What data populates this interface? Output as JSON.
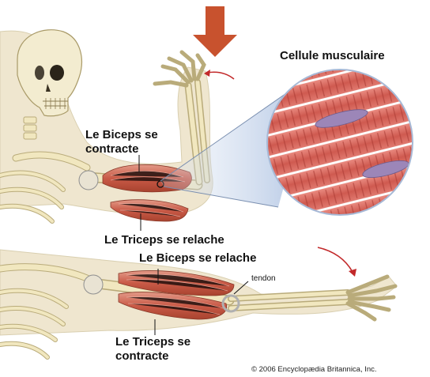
{
  "labels": {
    "cell_title": "Cellule musculaire",
    "biceps_contract_line1": "Le Biceps se",
    "biceps_contract_line2": "contracte",
    "triceps_relax": "Le Triceps se relache",
    "biceps_relax": "Le Biceps se relache",
    "tendon": "tendon",
    "triceps_contract_line1": "Le Triceps se",
    "triceps_contract_line2": "contracte",
    "copyright": "© 2006 Encyclopædia Britannica, Inc."
  },
  "colors": {
    "bone": "#f1e7bf",
    "bone_outline": "#b9ab7a",
    "skin": "#efe6cf",
    "muscle": "#c95a47",
    "muscle_light": "#e0917e",
    "fiber": "#d86a5e",
    "down_arrow": "#c8522e",
    "motion_arrow": "#c2292a",
    "zoom_fill": "#b9cbe6"
  },
  "icons": {
    "down_arrow": "arrow-down-icon",
    "rotation_arrows": "curved-arrow-icon"
  }
}
